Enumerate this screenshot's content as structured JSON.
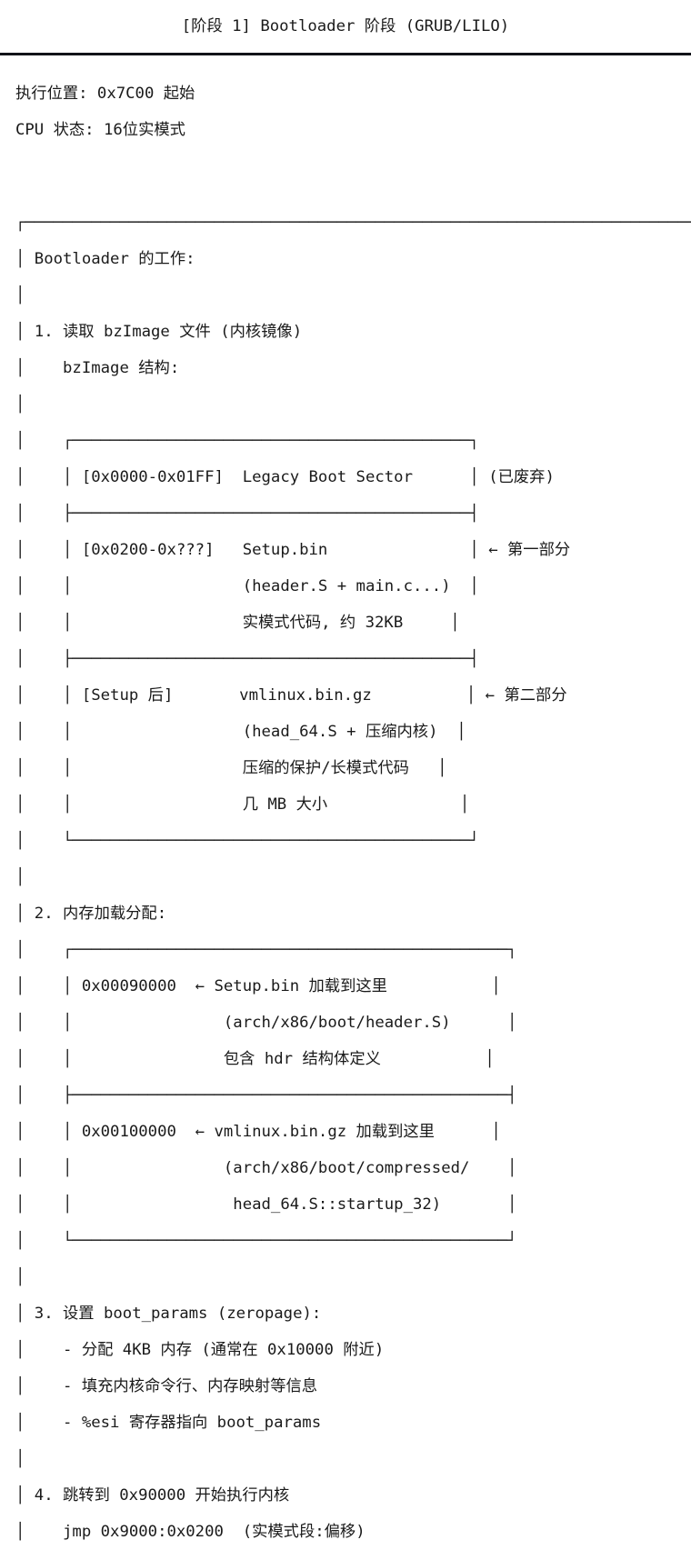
{
  "header": {
    "title": "[阶段 1] Bootloader 阶段 (GRUB/LILO)",
    "separator_color": "#111318"
  },
  "meta": {
    "exec_location_line": "执行位置: 0x7C00 起始",
    "cpu_state_line": "CPU 状态: 16位实模式",
    "exec_location_label": "执行位置:",
    "exec_location_value": "0x7C00 起始",
    "cpu_state_label": "CPU 状态:",
    "cpu_state_value": "16位实模式"
  },
  "diagram": {
    "top_border": "┌──────────────────────────────────────────────────────────────────────────",
    "lines": [
      "│ Bootloader 的工作:",
      "│",
      "│ 1. 读取 bzImage 文件 (内核镜像)",
      "│    bzImage 结构:",
      "│",
      "│    ┌──────────────────────────────────────────┐",
      "│    │ [0x0000-0x01FF]  Legacy Boot Sector      │ (已废弃)",
      "│    ├──────────────────────────────────────────┤",
      "│    │ [0x0200-0x???]   Setup.bin               │ ← 第一部分",
      "│    │                  (header.S + main.c...)  │",
      "│    │                  实模式代码, 约 32KB     │",
      "│    ├──────────────────────────────────────────┤",
      "│    │ [Setup 后]       vmlinux.bin.gz          │ ← 第二部分",
      "│    │                  (head_64.S + 压缩内核)  │",
      "│    │                  压缩的保护/长模式代码   │",
      "│    │                  几 MB 大小              │",
      "│    └──────────────────────────────────────────┘",
      "│",
      "│ 2. 内存加载分配:",
      "│    ┌──────────────────────────────────────────────┐",
      "│    │ 0x00090000  ← Setup.bin 加载到这里           │",
      "│    │                (arch/x86/boot/header.S)      │",
      "│    │                包含 hdr 结构体定义           │",
      "│    ├──────────────────────────────────────────────┤",
      "│    │ 0x00100000  ← vmlinux.bin.gz 加载到这里      │",
      "│    │                (arch/x86/boot/compressed/    │",
      "│    │                 head_64.S::startup_32)       │",
      "│    └──────────────────────────────────────────────┘",
      "│",
      "│ 3. 设置 boot_params (zeropage):",
      "│    - 分配 4KB 内存 (通常在 0x10000 附近)",
      "│    - 填充内核命令行、内存映射等信息",
      "│    - %esi 寄存器指向 boot_params",
      "│",
      "│ 4. 跳转到 0x90000 开始执行内核",
      "│    jmp 0x9000:0x0200  (实模式段:偏移)",
      "│"
    ],
    "sections": {
      "intro": "Bootloader 的工作:",
      "step1_title": "1. 读取 bzImage 文件 (内核镜像)",
      "step1_sub": "bzImage 结构:",
      "bzimage_table": {
        "rows": [
          {
            "range": "[0x0000-0x01FF]",
            "name": "Legacy Boot Sector",
            "note": "(已废弃)",
            "extra": []
          },
          {
            "range": "[0x0200-0x???]",
            "name": "Setup.bin",
            "note": "← 第一部分",
            "extra": [
              "(header.S + main.c...)",
              "实模式代码, 约 32KB"
            ]
          },
          {
            "range": "[Setup 后]",
            "name": "vmlinux.bin.gz",
            "note": "← 第二部分",
            "extra": [
              "(head_64.S + 压缩内核)",
              "压缩的保护/长模式代码",
              "几 MB 大小"
            ]
          }
        ]
      },
      "step2_title": "2. 内存加载分配:",
      "memory_table": {
        "rows": [
          {
            "address": "0x00090000",
            "target": "← Setup.bin 加载到这里",
            "extra": [
              "(arch/x86/boot/header.S)",
              "包含 hdr 结构体定义"
            ]
          },
          {
            "address": "0x00100000",
            "target": "← vmlinux.bin.gz 加载到这里",
            "extra": [
              "(arch/x86/boot/compressed/",
              " head_64.S::startup_32)"
            ]
          }
        ]
      },
      "step3_title": "3. 设置 boot_params (zeropage):",
      "step3_items": [
        "- 分配 4KB 内存 (通常在 0x10000 附近)",
        "- 填充内核命令行、内存映射等信息",
        "- %esi 寄存器指向 boot_params"
      ],
      "step4_title": "4. 跳转到 0x90000 开始执行内核",
      "step4_code": "jmp 0x9000:0x0200  (实模式段:偏移)"
    }
  }
}
